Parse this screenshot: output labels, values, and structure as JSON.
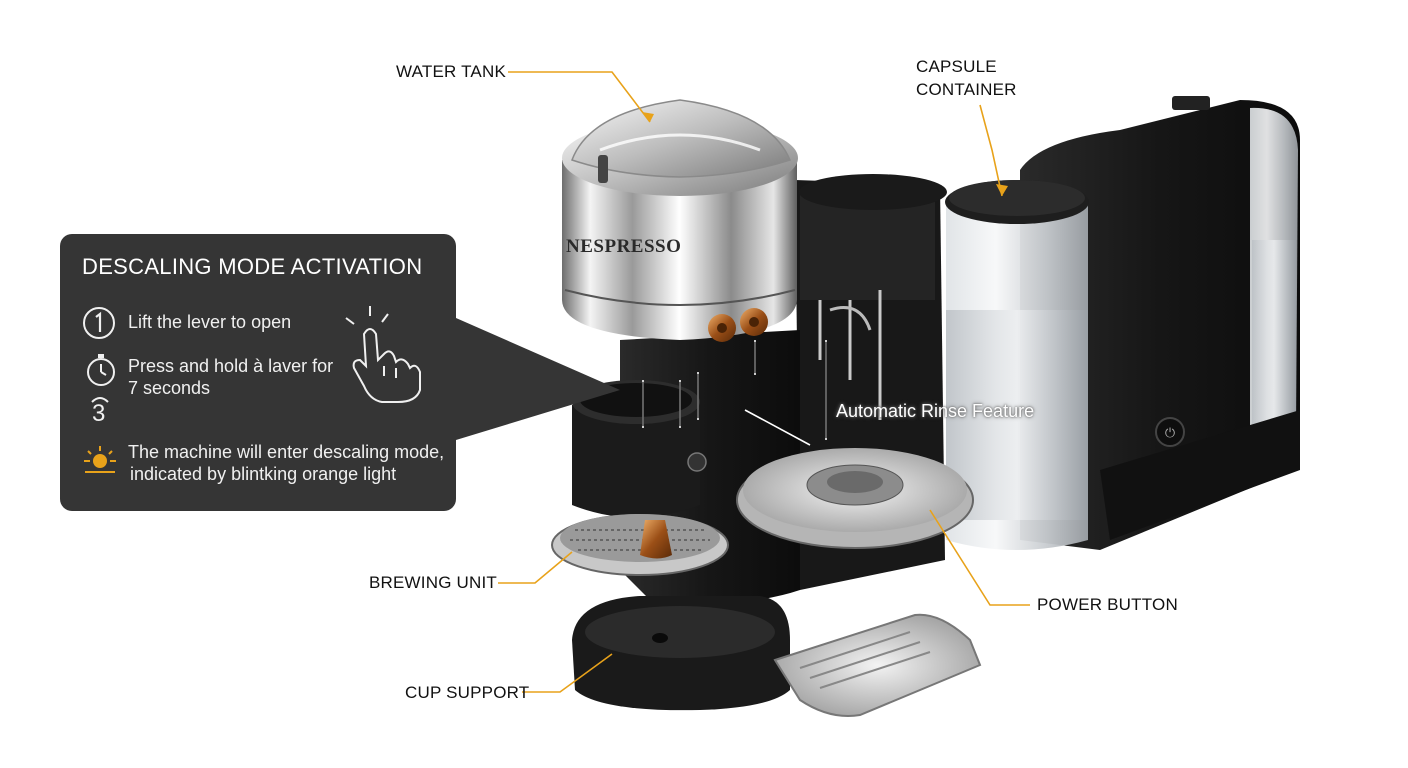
{
  "labels": {
    "water_tank": "WATER TANK",
    "capsule_container_line1": "CAPSULE",
    "capsule_container_line2": "CONTAINER",
    "brewing_unit": "BREWING UNIT",
    "cup_support": "CUP SUPPORT",
    "power_button": "POWER BUTTON",
    "automatic_rinse": "Automatic Rinse Feature",
    "brand": "NESPRESSO"
  },
  "panel": {
    "title": "DESCALING MODE ACTIVATION",
    "steps": [
      {
        "icon": "number-one-circle-icon",
        "text": "Lift the lever to open"
      },
      {
        "icon": "stopwatch-icon",
        "text_line1": "Press and hold à laver for",
        "text_line2": "7 seconds"
      },
      {
        "icon": "timer-three-icon",
        "number": "3"
      },
      {
        "icon": "sun-light-icon",
        "text_line1": "The machine will enter descaling mode,",
        "text_line2": "indicated by blintking orange light"
      }
    ],
    "pointer_icon": "hand-tap-icon"
  },
  "colors": {
    "accent": "#E8A21A",
    "panel_bg": "#353535",
    "chrome_light": "#eeeeee",
    "machine_black": "#1c1c1c"
  }
}
